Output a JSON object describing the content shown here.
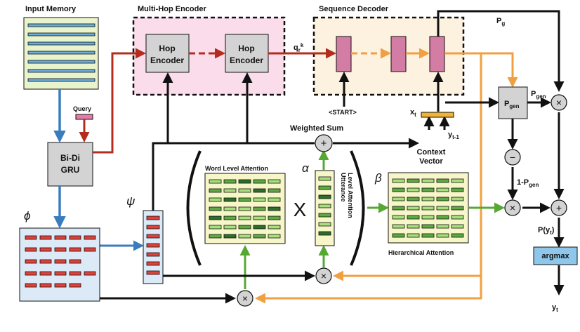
{
  "labels": {
    "input_memory": "Input Memory",
    "multi_hop_encoder": "Multi-Hop Encoder",
    "sequence_decoder": "Sequence Decoder",
    "query": "Query",
    "bidi": "Bi-Di",
    "gru": "GRU",
    "hop": "Hop",
    "encoder": "Encoder",
    "qr_main": "q",
    "qr_sub": "r",
    "qr_sup": "k",
    "start": "<START>",
    "weighted_sum": "Weighted Sum",
    "context": "Context",
    "vector": "Vector",
    "xt_main": "x",
    "xt_sub": "t",
    "yt1_main": "y",
    "yt1_sub": "t-1",
    "pg_main": "P",
    "pg_sub": "g",
    "pgen_main": "P",
    "pgen_sub": "gen",
    "one_minus_main": "1-P",
    "one_minus_sub": "gen",
    "pyt": "P(y",
    "pyt_sub": "t",
    "pyt_close": ")",
    "argmax": "argmax",
    "yt_main": "y",
    "yt_sub": "t",
    "word_level_attention": "Word Level Attention",
    "utterance_attention_1": "Utterance",
    "utterance_attention_2": "Level Attention",
    "hierarchical_attention": "Hierarchical Attention",
    "phi": "ϕ",
    "psi": "ψ",
    "alpha": "α",
    "beta": "β",
    "times_sign": "X",
    "op_plus": "+",
    "op_times": "×",
    "op_minus": "−"
  },
  "colors": {
    "blue": "#3a7dbf",
    "red": "#b32d1e",
    "orange": "#f0a040",
    "green": "#56a833",
    "black": "#111111",
    "memory_bg": "#eaf4cc",
    "memory_line": "#6aaedb",
    "encoder_region": "#fadcea",
    "decoder_region": "#fdf1e0",
    "gray_box": "#d3d3d3",
    "decoder_cell": "#d37ca4",
    "query_bar": "#e77aa8",
    "phi_bg": "#dceaf7",
    "phi_bar": "#e0413a",
    "att_bg": "#f7f6c8",
    "att_dark": "#2d6e2a",
    "att_mid": "#5daa45",
    "att_light": "#a7df7c",
    "context_bar": "#f2b233",
    "argmax_bg": "#8ec7ea"
  }
}
